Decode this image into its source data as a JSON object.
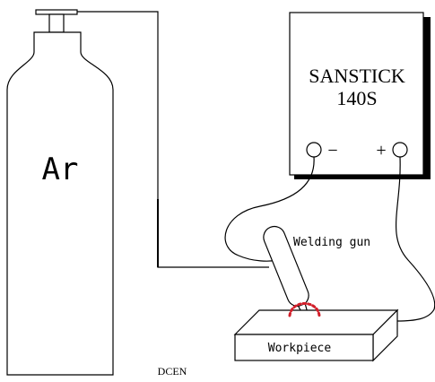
{
  "gas_label": "Ar",
  "machine": {
    "name_line1": "SANSTICK",
    "name_line2": "140S",
    "negative_symbol": "−",
    "positive_symbol": "+"
  },
  "labels": {
    "welding_gun": "Welding gun",
    "workpiece": "Workpiece",
    "polarity": "DCEN"
  },
  "colors": {
    "line": "#000000",
    "arc": "#d21f2a",
    "background": "#ffffff"
  }
}
